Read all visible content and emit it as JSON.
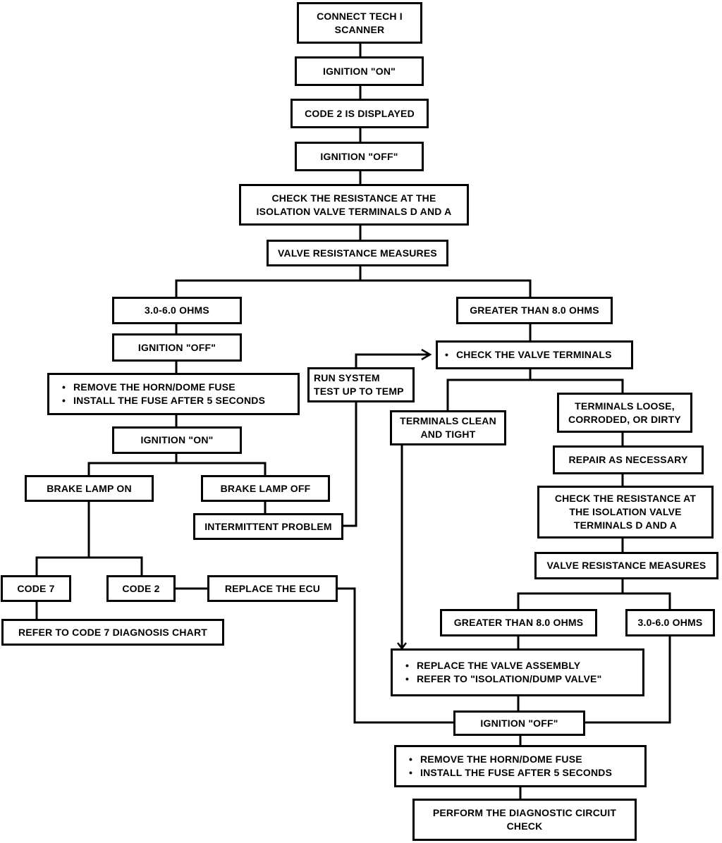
{
  "nodes": {
    "connect": "CONNECT TECH I\nSCANNER",
    "ign_on_1": "IGNITION \"ON\"",
    "code2_displayed": "CODE 2 IS DISPLAYED",
    "ign_off_1": "IGNITION \"OFF\"",
    "check_resistance_1": "CHECK THE RESISTANCE AT THE\nISOLATION VALVE TERMINALS D AND A",
    "valve_measures_1": "VALVE RESISTANCE MEASURES",
    "ohms_low_1": "3.0-6.0 OHMS",
    "ohms_high_1": "GREATER THAN 8.0 OHMS",
    "ign_off_2": "IGNITION \"OFF\"",
    "remove_fuse_1": [
      "REMOVE THE HORN/DOME FUSE",
      "INSTALL THE FUSE AFTER 5 SECONDS"
    ],
    "ign_on_2": "IGNITION \"ON\"",
    "brake_lamp_on": "BRAKE LAMP ON",
    "brake_lamp_off": "BRAKE LAMP OFF",
    "intermittent": "INTERMITTENT PROBLEM",
    "run_system": "RUN SYSTEM\nTEST UP TO TEMP",
    "check_valve_terminals": [
      "CHECK THE VALVE TERMINALS"
    ],
    "terminals_clean": "TERMINALS CLEAN\nAND TIGHT",
    "terminals_loose": "TERMINALS LOOSE,\nCORRODED, OR DIRTY",
    "repair": "REPAIR AS NECESSARY",
    "check_resistance_2": "CHECK THE RESISTANCE AT\nTHE ISOLATION VALVE\nTERMINALS D AND A",
    "valve_measures_2": "VALVE RESISTANCE MEASURES",
    "ohms_high_2": "GREATER THAN 8.0 OHMS",
    "ohms_low_2": "3.0-6.0 OHMS",
    "code7": "CODE 7",
    "code2": "CODE 2",
    "replace_ecu": "REPLACE THE ECU",
    "refer_code7": "REFER TO CODE 7 DIAGNOSIS CHART",
    "replace_valve": [
      "REPLACE THE VALVE ASSEMBLY",
      "REFER TO \"ISOLATION/DUMP VALVE\""
    ],
    "ign_off_3": "IGNITION \"OFF\"",
    "remove_fuse_2": [
      "REMOVE THE HORN/DOME FUSE",
      "INSTALL THE FUSE AFTER 5 SECONDS"
    ],
    "perform_check": "PERFORM THE DIAGNOSTIC CIRCUIT\nCHECK"
  }
}
